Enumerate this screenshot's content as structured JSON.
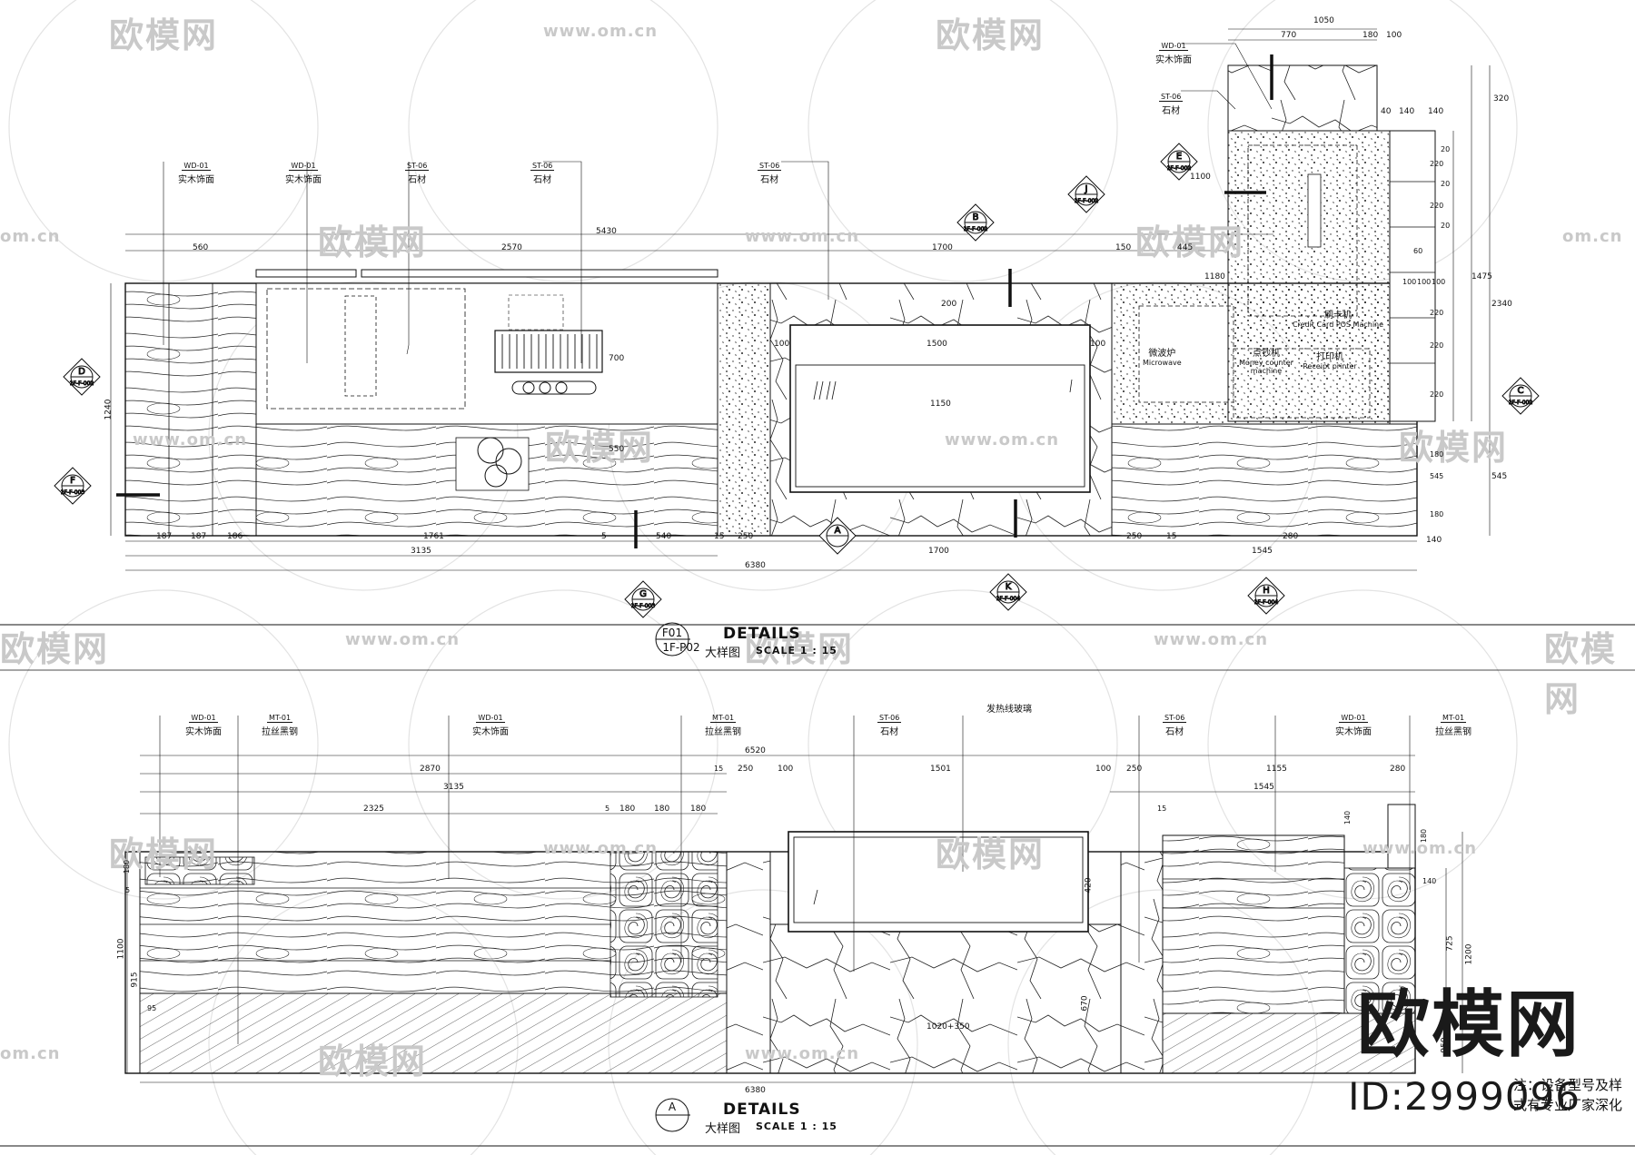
{
  "watermark": {
    "brand_cn": "欧模网",
    "url": "www.om.cn",
    "url_short": "om.cn"
  },
  "brand": {
    "name": "欧模网",
    "id": "ID:2999096"
  },
  "note": {
    "line1": "注：设备型号及样",
    "line2": "式有专业厂家深化"
  },
  "upper_view": {
    "title": "DETAILS",
    "subtitle_cn": "大样图",
    "scale": "SCALE 1 : 15",
    "ref_tag": "F01",
    "ref_sheet": "1F-P02",
    "callouts": [
      {
        "code": "WD-01",
        "name": "实木饰面"
      },
      {
        "code": "WD-01",
        "name": "实木饰面"
      },
      {
        "code": "ST-06",
        "name": "石材"
      },
      {
        "code": "ST-06",
        "name": "石材"
      },
      {
        "code": "ST-06",
        "name": "石材"
      },
      {
        "code": "WD-01",
        "name": "实木饰面"
      },
      {
        "code": "ST-06",
        "name": "石材"
      }
    ],
    "top_dims": [
      "5430",
      "560",
      "2570",
      "1700",
      "150",
      "445"
    ],
    "bottom_dims_row1": [
      "187",
      "187",
      "186",
      "1761",
      "5",
      "540",
      "15",
      "250",
      "1700",
      "250",
      "15",
      "1545",
      "280",
      "140"
    ],
    "bottom_dims_row2": [
      "3135"
    ],
    "bottom_dims_row3": [
      "6380"
    ],
    "right_dims": [
      "1050",
      "770",
      "180",
      "100",
      "320",
      "40",
      "140",
      "140",
      "20",
      "220",
      "20",
      "220",
      "20",
      "60",
      "100",
      "100",
      "100",
      "220",
      "220",
      "220",
      "180",
      "180",
      "545",
      "1475",
      "2340"
    ],
    "left_dims": [
      "1240"
    ],
    "inner_dims": [
      "100",
      "1500",
      "100",
      "200",
      "1150",
      "700",
      "550",
      "1180",
      "1100",
      "545"
    ],
    "section_markers": [
      {
        "letter": "B",
        "sheet": "1F-F-002"
      },
      {
        "letter": "D",
        "sheet": "1F-F-002"
      },
      {
        "letter": "F",
        "sheet": "1F-F-003"
      },
      {
        "letter": "E",
        "sheet": "1F-F-002"
      },
      {
        "letter": "J",
        "sheet": "1F-F-002"
      },
      {
        "letter": "C",
        "sheet": "1F-F-002"
      },
      {
        "letter": "G",
        "sheet": "1F-F-003"
      },
      {
        "letter": "K",
        "sheet": "1F-F-004"
      },
      {
        "letter": "H",
        "sheet": "1F-F-004"
      },
      {
        "letter": "A",
        "sheet": ""
      }
    ],
    "equipment": [
      {
        "cn": "点钞机",
        "en": "Money counter machine"
      },
      {
        "cn": "微波炉",
        "en": "Microwave"
      },
      {
        "cn": "刷卡机",
        "en": "Credit Card POS Machine"
      },
      {
        "cn": "打印机",
        "en": "Receipt printer"
      }
    ]
  },
  "lower_view": {
    "title": "DETAILS",
    "subtitle_cn": "大样图",
    "scale": "SCALE 1 : 15",
    "ref_tag": "A",
    "callouts": [
      {
        "code": "WD-01",
        "name": "实木饰面"
      },
      {
        "code": "MT-01",
        "name": "拉丝黑钢"
      },
      {
        "code": "WD-01",
        "name": "实木饰面"
      },
      {
        "code": "MT-01",
        "name": "拉丝黑钢"
      },
      {
        "code": "ST-06",
        "name": "石材"
      },
      {
        "code": "",
        "name": "发热线玻璃"
      },
      {
        "code": "ST-06",
        "name": "石材"
      },
      {
        "code": "WD-01",
        "name": "实木饰面"
      },
      {
        "code": "MT-01",
        "name": "拉丝黑钢"
      }
    ],
    "top_dims": [
      "6520",
      "2870",
      "15",
      "250",
      "100",
      "1501",
      "100",
      "250",
      "1155",
      "280",
      "3135",
      "1545",
      "2325",
      "5",
      "180",
      "180",
      "180"
    ],
    "left_dims": [
      "180",
      "5",
      "1100",
      "915",
      "95"
    ],
    "right_dims": [
      "15",
      "140",
      "180",
      "140",
      "725",
      "1200",
      "950"
    ],
    "inner_dims": [
      "420",
      "670",
      "1020+350"
    ],
    "bottom_dims": [
      "6380"
    ]
  }
}
